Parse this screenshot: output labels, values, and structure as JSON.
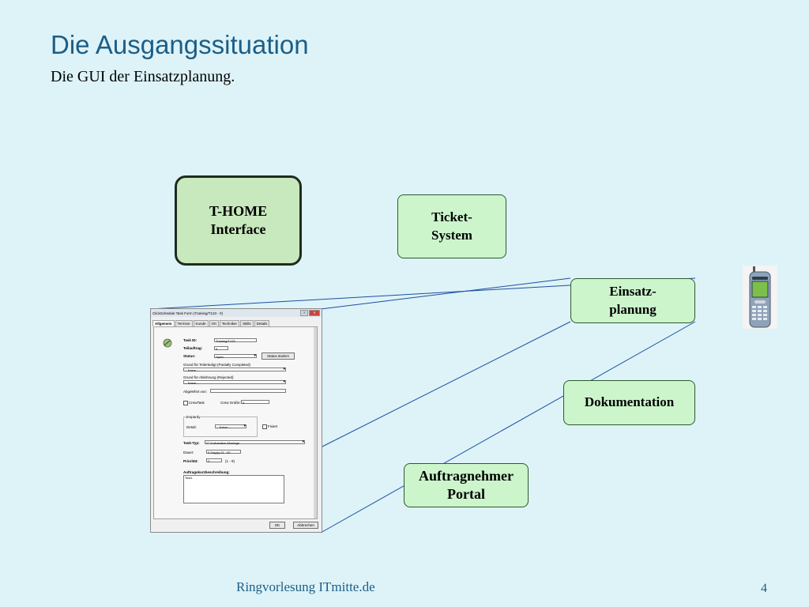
{
  "slide": {
    "title": "Die Ausgangssituation",
    "subtitle": "Die GUI der Einsatzplanung.",
    "footer": "Ringvorlesung ITmitte.de",
    "page_number": "4"
  },
  "nodes": {
    "thome": "T-HOME\nInterface",
    "ticket": "Ticket-\nSystem",
    "einsatz": "Einsatz-\nplanung",
    "doku": "Dokumentation",
    "portal": "Auftragnehmer\nPortal"
  },
  "dialog": {
    "title": "ClickSchedule Task Form (Training/T123 - 0)",
    "tabs": [
      "Allgemein",
      "Termine",
      "Kunde",
      "Ort",
      "Techniker",
      "Skills",
      "Details"
    ],
    "task_id_label": "Task ID:",
    "task_id_value": "Training/T123",
    "teilauftrag_label": "Teilauftrag:",
    "teilauftrag_value": "0",
    "status_label": "Status:",
    "status_value": "Open",
    "status_button": "Status ändern",
    "grund_teil_label": "Grund für Teilerledigt (Partially Completed)",
    "grund_teil_value": "-- Keine --",
    "grund_abl_label": "Grund für Ablehnung (Rejected)",
    "grund_abl_value": "-- Keine --",
    "abgelehnt_label": "Abgelehnt von:",
    "crewtask_label": "CrewTask",
    "crew_groesse_label": "Crew Größe:",
    "crew_groesse_value": "0",
    "jeopardy_label": "Jeopardy",
    "detail_label": "Detail:",
    "detail_value": "-- Keine --",
    "fixiert_label": "Fixiert",
    "tasktyp_label": "Task-Typ:",
    "tasktyp_value": "07 Kollokation-Montage",
    "dauer_label": "Dauer:",
    "dauer_value": "0 Day(s) 01 : 00",
    "prioritaet_label": "Priorität:",
    "prioritaet_value": "2",
    "prioritaet_range": "(1 - 9)",
    "beschreibung_label": "Auftragskurzbeschreibung:",
    "beschreibung_value": "Test1",
    "ok_button": "OK",
    "cancel_button": "Abbrechen"
  },
  "colors": {
    "background": "#ddf3f8",
    "title": "#1d5e86",
    "node_fill": "#ccf5cc",
    "line": "#1e4fa0"
  }
}
